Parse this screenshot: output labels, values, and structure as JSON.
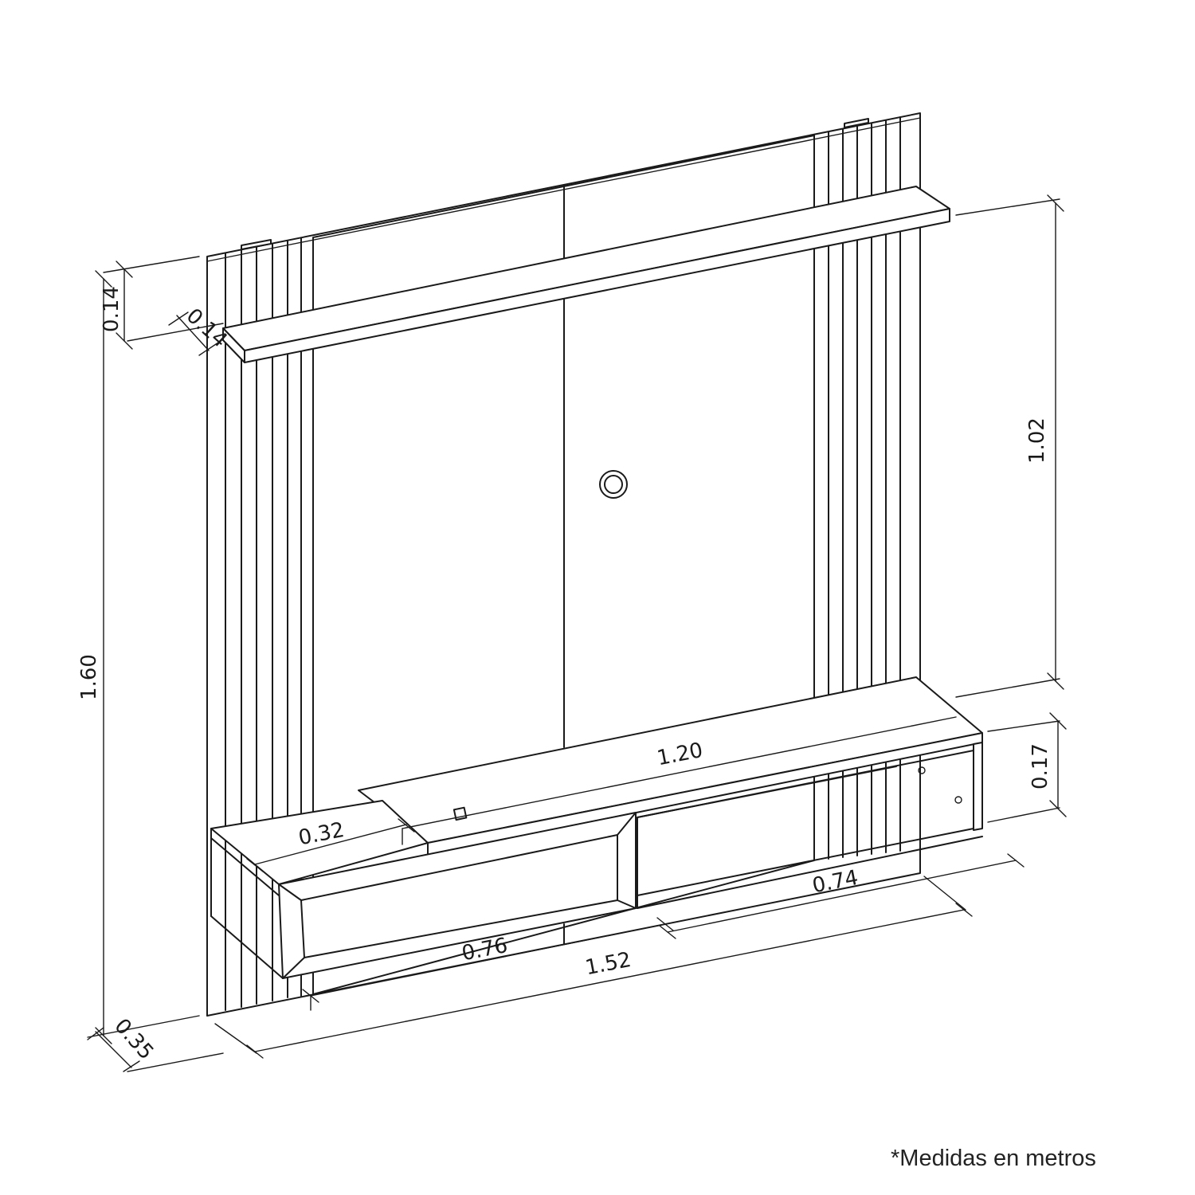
{
  "dimensions": {
    "total_height": "1.60",
    "total_width": "1.52",
    "depth_base": "0.35",
    "upper_panel_height": "0.14",
    "upper_shelf_depth": "0.14",
    "shelf_to_rack_height": "1.02",
    "rack_shelf_width": "1.20",
    "rack_depth": "0.32",
    "rack_height": "0.17",
    "drawer_width": "0.76",
    "open_niche_width": "0.74"
  },
  "note": "*Medidas en metros"
}
